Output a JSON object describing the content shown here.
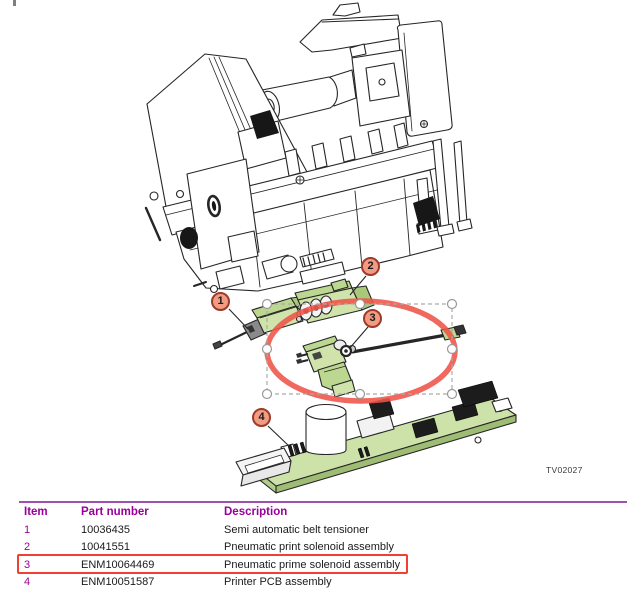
{
  "figure": {
    "drawing_code": "TV02027",
    "callouts": [
      "1",
      "2",
      "3",
      "4"
    ],
    "highlight_ellipse_color": "#ee5348",
    "part_fill_color": "#cfe3ab",
    "callout_fill_color": "#f19b82"
  },
  "table": {
    "headers": [
      "Item",
      "Part number",
      "Description"
    ],
    "header_color": "#990099",
    "highlight_box_color": "#f23f33",
    "rows": [
      {
        "item": "1",
        "part_number": "10036435",
        "description": "Semi automatic belt tensioner",
        "highlighted": false
      },
      {
        "item": "2",
        "part_number": "10041551",
        "description": "Pneumatic print solenoid assembly",
        "highlighted": false
      },
      {
        "item": "3",
        "part_number": "ENM10064469",
        "description": "Pneumatic prime solenoid assembly",
        "highlighted": true
      },
      {
        "item": "4",
        "part_number": "ENM10051587",
        "description": "Printer PCB assembly",
        "highlighted": false
      }
    ]
  }
}
